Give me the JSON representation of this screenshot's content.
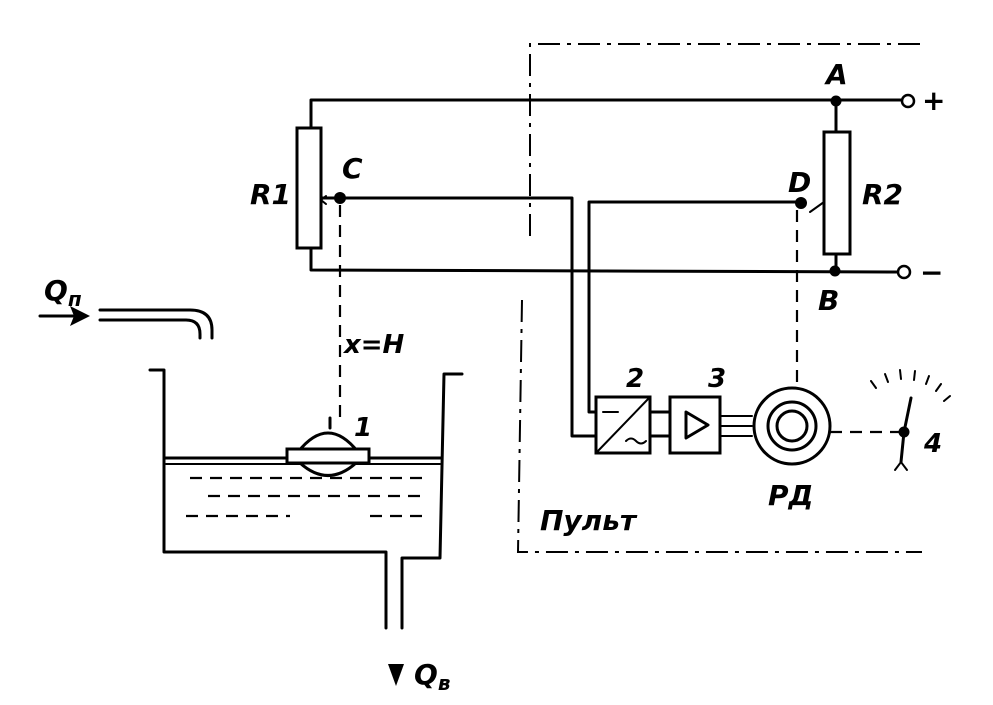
{
  "labels": {
    "r1": "R1",
    "r2": "R2",
    "c": "C",
    "d": "D",
    "a": "A",
    "b": "B",
    "plus": "+",
    "minus": "−",
    "x_eq_h": "x=H",
    "q_in_main": "Q",
    "q_in_sub": "п",
    "q_out_main": "Q",
    "q_out_sub": "в",
    "n1": "1",
    "n2": "2",
    "n3": "3",
    "n4": "4",
    "rd": "РД",
    "panel": "Пульт"
  }
}
